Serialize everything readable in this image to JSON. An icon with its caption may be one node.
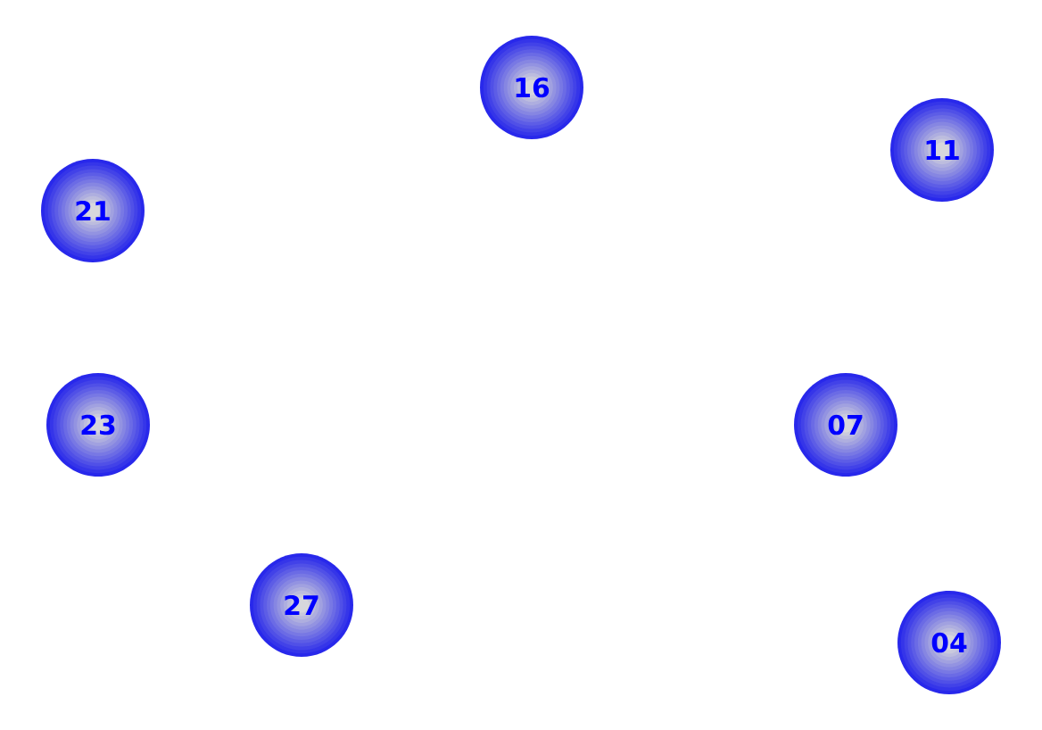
{
  "diagram": {
    "nodes": [
      {
        "text": [
          "16"
        ]
      },
      {
        "text": [
          "11"
        ]
      },
      {
        "text": [
          "21"
        ]
      },
      {
        "text": [
          "23"
        ]
      },
      {
        "text": [
          "07"
        ]
      },
      {
        "text": [
          "27"
        ]
      },
      {
        "text": [
          "04"
        ]
      }
    ]
  }
}
